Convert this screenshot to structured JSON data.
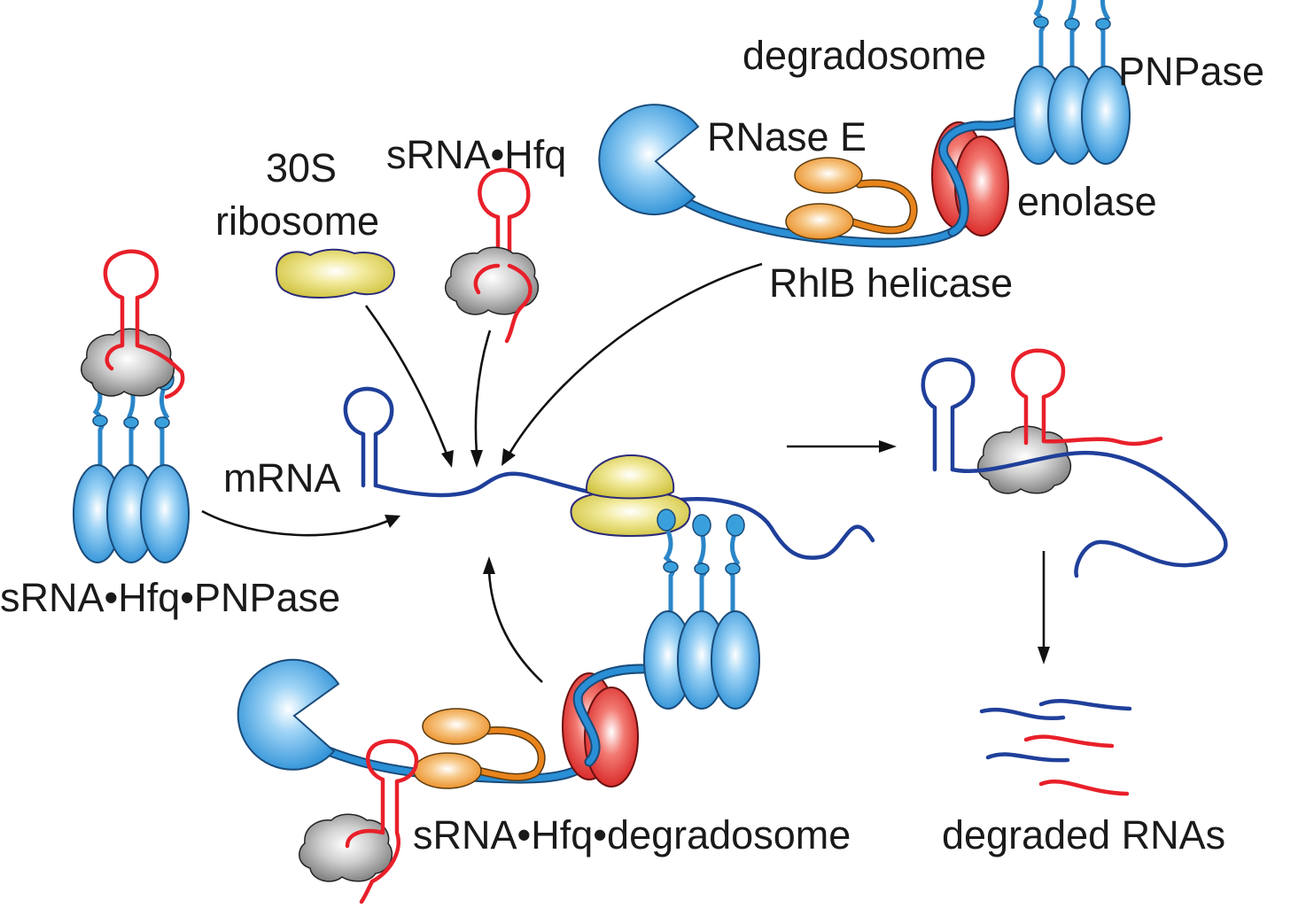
{
  "labels": {
    "degradosome": "degradosome",
    "pnpase": "PNPase",
    "rnase_e": "RNase E",
    "enolase": "enolase",
    "rhlb": "RhlB helicase",
    "srna_hfq": "sRNA•Hfq",
    "ribosome_30s": "30S",
    "ribosome_word": "ribosome",
    "mrna": "mRNA",
    "srna_hfq_pnpase": "sRNA•Hfq•PNPase",
    "srna_hfq_degradosome": "sRNA•Hfq•degradosome",
    "degraded_rnas": "degraded RNAs"
  },
  "colors": {
    "mrna": "#1f3f9a",
    "srna": "#e8202a",
    "pnpase": "#2a8fd6",
    "ribosome": "#e2d76a",
    "hfq": "#9a9a9a",
    "rhlb": "#f0982e",
    "enolase": "#e03030"
  }
}
